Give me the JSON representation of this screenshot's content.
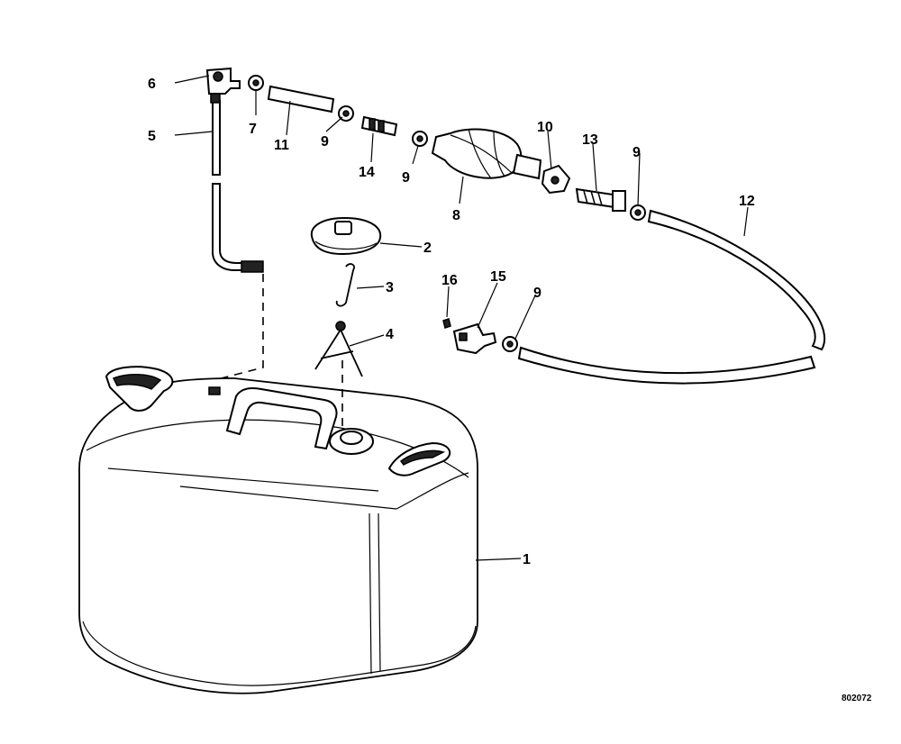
{
  "callouts": [
    {
      "id": "c1",
      "text": "1"
    },
    {
      "id": "c2",
      "text": "2"
    },
    {
      "id": "c3",
      "text": "3"
    },
    {
      "id": "c4",
      "text": "4"
    },
    {
      "id": "c5",
      "text": "5"
    },
    {
      "id": "c6",
      "text": "6"
    },
    {
      "id": "c7",
      "text": "7"
    },
    {
      "id": "c8",
      "text": "8"
    },
    {
      "id": "c9a",
      "text": "9"
    },
    {
      "id": "c9b",
      "text": "9"
    },
    {
      "id": "c9c",
      "text": "9"
    },
    {
      "id": "c9d",
      "text": "9"
    },
    {
      "id": "c10",
      "text": "10"
    },
    {
      "id": "c11",
      "text": "11"
    },
    {
      "id": "c12",
      "text": "12"
    },
    {
      "id": "c13",
      "text": "13"
    },
    {
      "id": "c14",
      "text": "14"
    },
    {
      "id": "c15",
      "text": "15"
    },
    {
      "id": "c16",
      "text": "16"
    }
  ],
  "figure_id": "802072"
}
